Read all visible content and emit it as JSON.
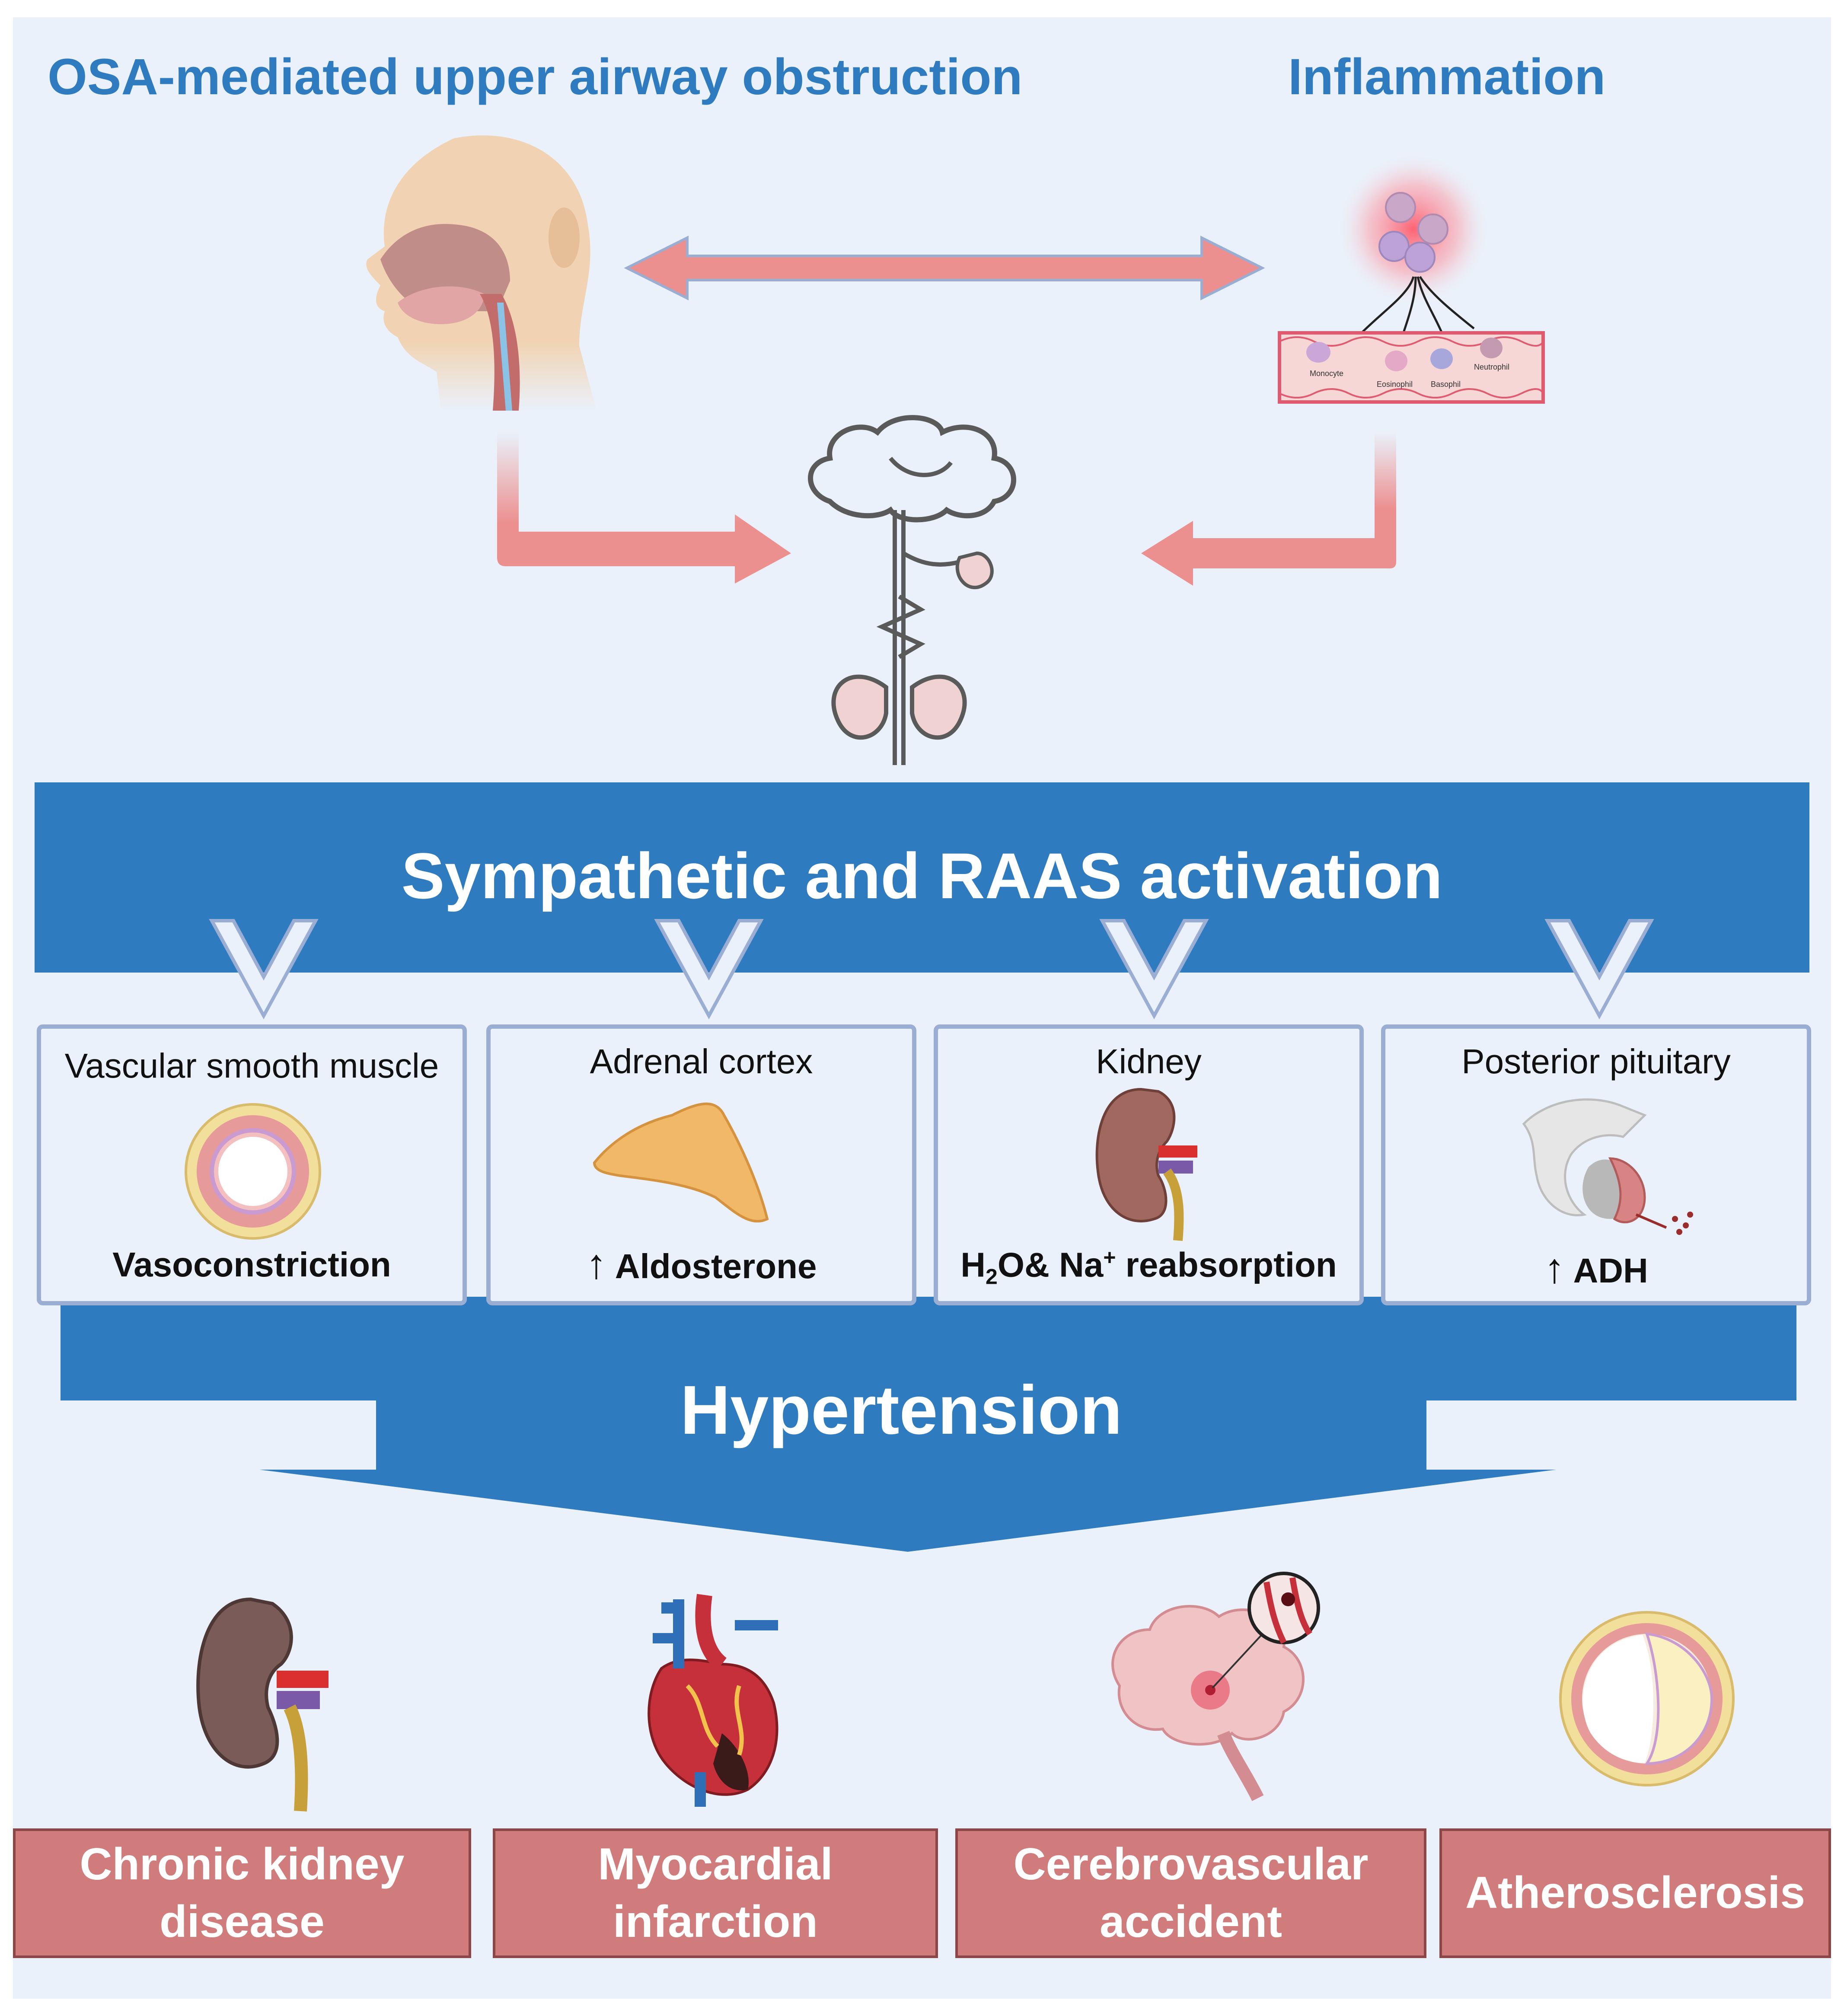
{
  "header": {
    "left_title": "OSA-mediated upper airway obstruction",
    "right_title": "Inflammation"
  },
  "inflammation_labels": {
    "monocyte": "Monocyte",
    "eosinophil": "Eosinophil",
    "basophil": "Basophil",
    "neutrophil": "Neutrophil"
  },
  "activation_band": {
    "label": "Sympathetic and RAAS activation"
  },
  "targets": [
    {
      "title": "Vascular smooth muscle",
      "effect": "Vasoconstriction"
    },
    {
      "title": "Adrenal cortex",
      "effect": "Aldosterone",
      "arrow": "↑"
    },
    {
      "title": "Kidney",
      "effect_main": "O& Na",
      "effect_h": "H",
      "effect_sub": "2",
      "effect_sup": "+",
      "effect_tail": " reabsorption"
    },
    {
      "title": "Posterior pituitary",
      "effect": "ADH",
      "arrow": "↑"
    }
  ],
  "outcome_band": {
    "label": "Hypertension"
  },
  "outcomes": [
    {
      "line1": "Chronic kidney",
      "line2": "disease"
    },
    {
      "line1": "Myocardial",
      "line2": "infarction"
    },
    {
      "line1": "Cerebrovascular",
      "line2": "accident"
    },
    {
      "line1": "Atherosclerosis",
      "line2": ""
    }
  ],
  "colors": {
    "background_panel": "#eaf1fa",
    "title_blue": "#2f7bc0",
    "band_blue": "#2f7bc0",
    "box_border": "#9aaed4",
    "arrow_pink": "#ec8f8f",
    "outcome_fill": "#d17c7c",
    "outcome_border": "#8b4747"
  }
}
